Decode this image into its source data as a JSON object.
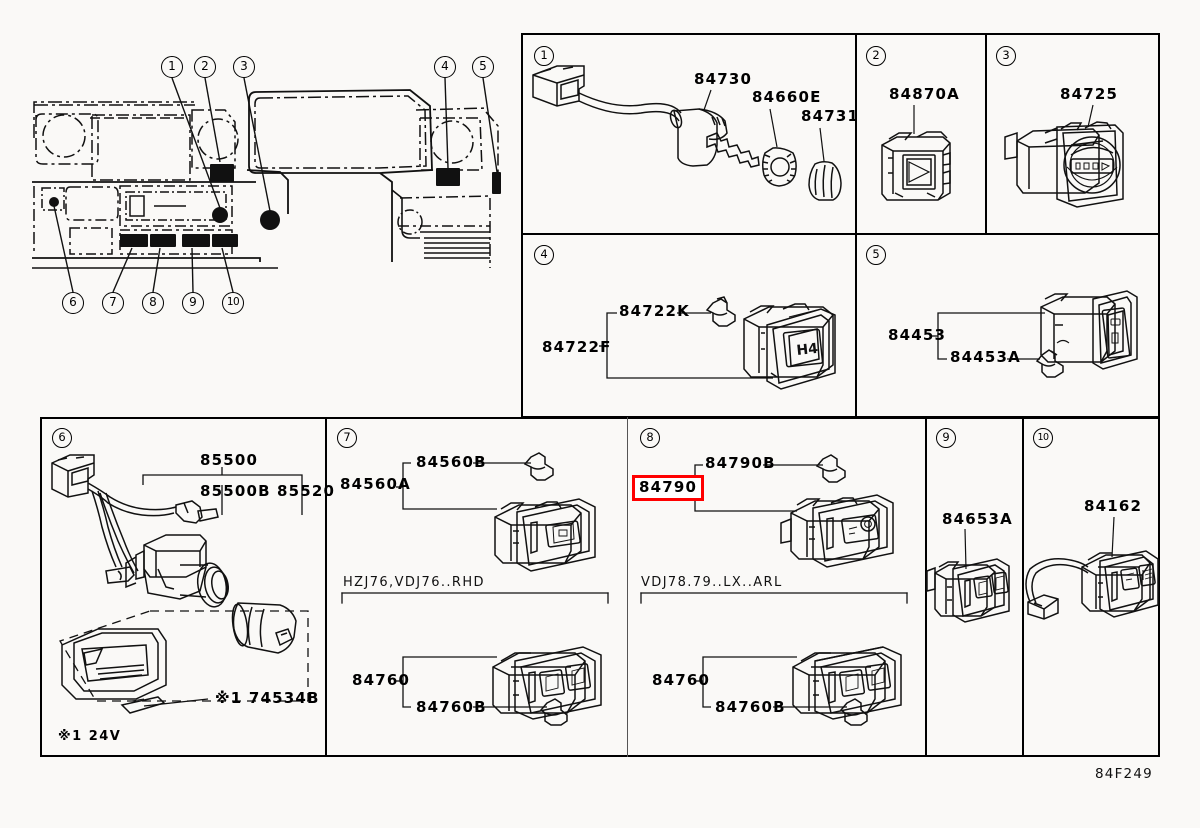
{
  "document": {
    "reference_code": "84F249",
    "background_color": "#faf9f7",
    "highlight_color": "#ff0000"
  },
  "overview": {
    "name": "instrument-panel-overview",
    "callouts": [
      {
        "id": "1",
        "label": "1"
      },
      {
        "id": "2",
        "label": "2"
      },
      {
        "id": "3",
        "label": "3"
      },
      {
        "id": "4",
        "label": "4"
      },
      {
        "id": "5",
        "label": "5"
      },
      {
        "id": "6",
        "label": "6"
      },
      {
        "id": "7",
        "label": "7"
      },
      {
        "id": "8",
        "label": "8"
      },
      {
        "id": "9",
        "label": "9"
      },
      {
        "id": "10",
        "label": "10"
      }
    ]
  },
  "panels": [
    {
      "number": "1",
      "name": "panel-1-cigarette-lighter-horn",
      "parts": [
        {
          "number": "84730",
          "name": "part-84730"
        },
        {
          "number": "84660E",
          "name": "part-84660E"
        },
        {
          "number": "84731",
          "name": "part-84731"
        }
      ]
    },
    {
      "number": "2",
      "name": "panel-2-mirror-switch",
      "parts": [
        {
          "number": "84870A",
          "name": "part-84870A"
        }
      ]
    },
    {
      "number": "3",
      "name": "panel-3-dimmer-knob",
      "parts": [
        {
          "number": "84725",
          "name": "part-84725"
        }
      ]
    },
    {
      "number": "4",
      "name": "panel-4-h4-switch",
      "parts": [
        {
          "number": "84722F",
          "name": "part-84722F"
        },
        {
          "number": "84722K",
          "name": "part-84722K"
        }
      ],
      "switch_face_label": "H4"
    },
    {
      "number": "5",
      "name": "panel-5-switch-assembly",
      "parts": [
        {
          "number": "84453",
          "name": "part-84453"
        },
        {
          "number": "84453A",
          "name": "part-84453A"
        }
      ]
    },
    {
      "number": "6",
      "name": "panel-6-cigarette-lighter-assembly",
      "parts": [
        {
          "number": "85500",
          "name": "part-85500"
        },
        {
          "number": "85500B",
          "name": "part-85500B"
        },
        {
          "number": "85520",
          "name": "part-85520"
        },
        {
          "number": "※1 74534B",
          "name": "part-74534B"
        }
      ],
      "footnote": "※1  24V"
    },
    {
      "number": "7",
      "name": "panel-7-switch-group",
      "parts": [
        {
          "number": "84560A",
          "name": "part-84560A"
        },
        {
          "number": "84560B",
          "name": "part-84560B"
        },
        {
          "number": "84760",
          "name": "part-84760"
        },
        {
          "number": "84760B",
          "name": "part-84760B"
        }
      ],
      "variant_label": "HZJ76,VDJ76..RHD"
    },
    {
      "number": "8",
      "name": "panel-8-switch-group",
      "parts": [
        {
          "number": "84790",
          "name": "part-84790",
          "highlighted": true
        },
        {
          "number": "84790B",
          "name": "part-84790B"
        },
        {
          "number": "84760",
          "name": "part-84760"
        },
        {
          "number": "84760B",
          "name": "part-84760B"
        }
      ],
      "variant_label": "VDJ78.79..LX..ARL"
    },
    {
      "number": "9",
      "name": "panel-9-switch",
      "parts": [
        {
          "number": "84653A",
          "name": "part-84653A"
        }
      ]
    },
    {
      "number": "10",
      "name": "panel-10-fog-lamp-switch",
      "parts": [
        {
          "number": "84162",
          "name": "part-84162"
        }
      ]
    }
  ]
}
